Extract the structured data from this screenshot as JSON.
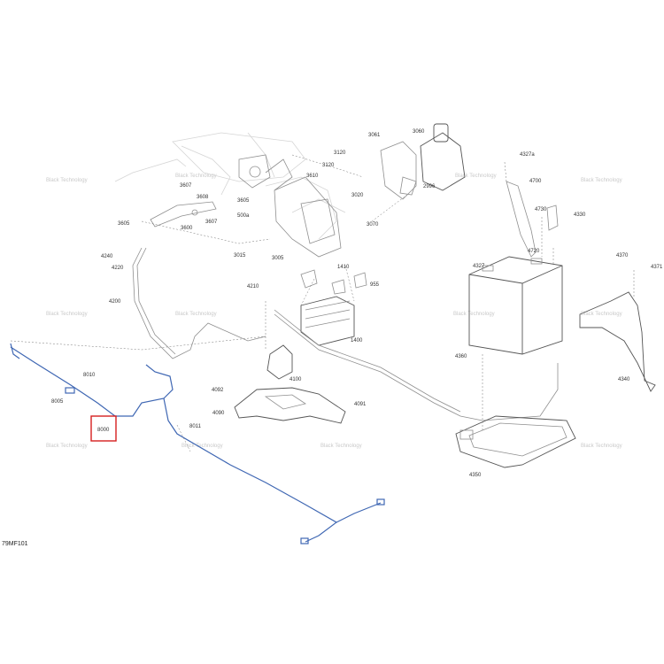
{
  "figure_id": "79MF101",
  "highlight_color": "#d62020",
  "harness_color": "#3f67b3",
  "highlighted_callout": "8000",
  "callouts": {
    "c3061": "3061",
    "c3060": "3060",
    "c3120a": "3120",
    "c3120b": "3120",
    "c3610": "3610",
    "c2996": "2996",
    "c3020": "3020",
    "c3070": "3070",
    "c3607a": "3607",
    "c3608": "3608",
    "c3605a": "3605",
    "c3600": "3600",
    "c3607b": "3607",
    "c500a": "500a",
    "c3605b": "3605",
    "c3015": "3015",
    "c3005": "3005",
    "c4240": "4240",
    "c4220": "4220",
    "c4200": "4200",
    "c4210": "4210",
    "c1410": "1410",
    "c955": "955",
    "c1400": "1400",
    "c4100": "4100",
    "c4092": "4092",
    "c4090": "4090",
    "c4091": "4091",
    "c8010": "8010",
    "c8005": "8005",
    "c8000": "8000",
    "c8011": "8011",
    "c4327a": "4327a",
    "c4700": "4700",
    "c4730": "4730",
    "c4330": "4330",
    "c4720": "4720",
    "c4327": "4327",
    "c4370": "4370",
    "c4371": "4371",
    "c4360": "4360",
    "c4340": "4340",
    "c4350": "4350"
  },
  "watermark_text": "Black Technology"
}
